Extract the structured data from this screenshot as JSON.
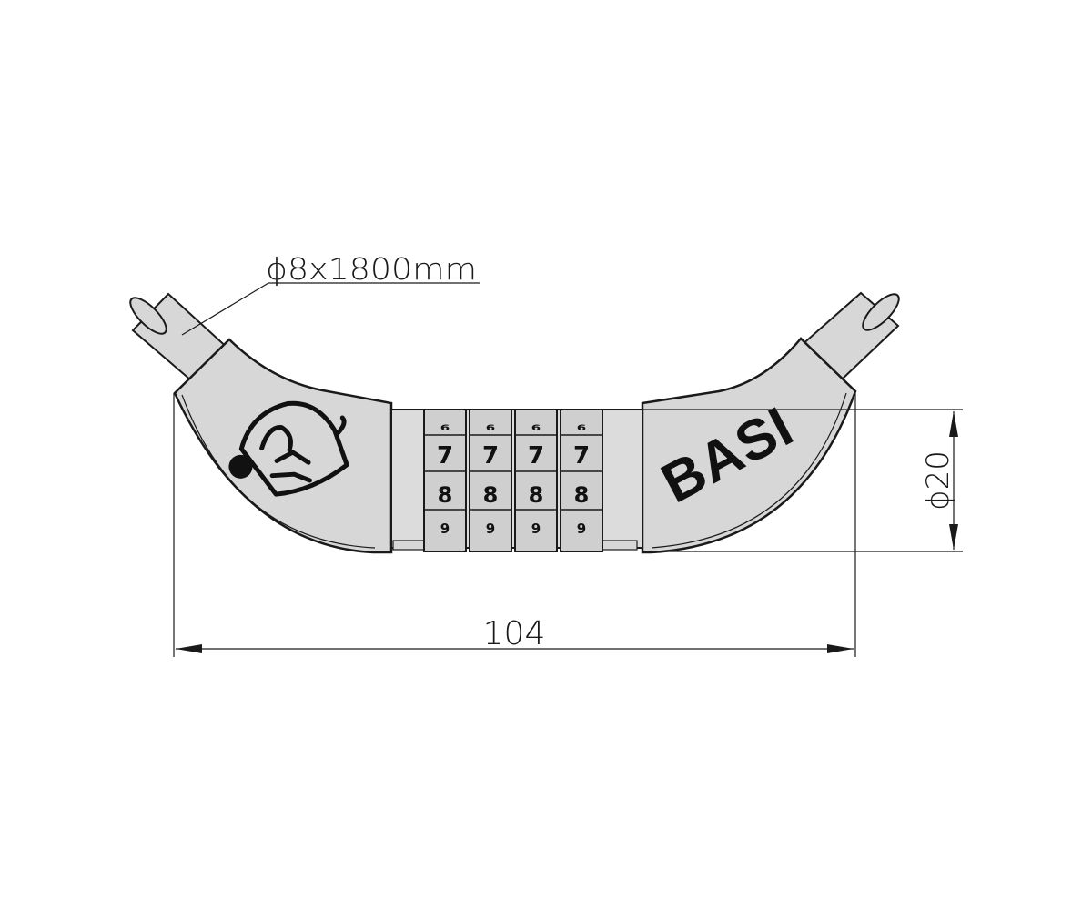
{
  "diagram": {
    "cable_label": "ϕ8x1800mm",
    "width_label": "104",
    "diameter_label": "ϕ20",
    "brand": "BASI",
    "dials": [
      [
        "6",
        "7",
        "8",
        "9"
      ],
      [
        "6",
        "7",
        "8",
        "9"
      ],
      [
        "6",
        "7",
        "8",
        "9"
      ],
      [
        "6",
        "7",
        "8",
        "9"
      ]
    ],
    "colors": {
      "body": "#d7d7d7",
      "outline": "#1a1a1a",
      "dimension_line": "#1a1a1a",
      "wheel": "#cfcfcf",
      "background": "#ffffff"
    },
    "icons": [
      "cable-end-icon",
      "bicycle-rider-logo-icon"
    ]
  }
}
